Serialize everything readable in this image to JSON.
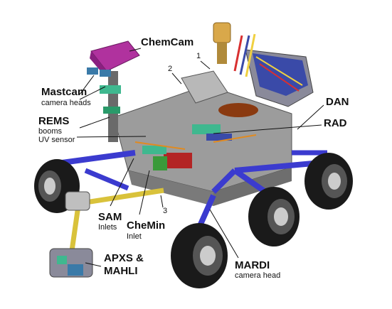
{
  "labels": {
    "chemcam": "ChemCam",
    "mastcam": "Mastcam",
    "mastcam_sub": "camera heads",
    "rems": "REMS",
    "rems_sub1": "booms",
    "rems_sub2": "UV sensor",
    "dan": "DAN",
    "rad": "RAD",
    "sam": "SAM",
    "sam_sub": "Inlets",
    "chemin": "CheMin",
    "chemin_sub": "Inlet",
    "apxs1": "APXS &",
    "apxs2": "MAHLI",
    "mardi": "MARDI",
    "mardi_sub": "camera head"
  },
  "callouts": {
    "n1": "1",
    "n2": "2",
    "n3": "3"
  },
  "colors": {
    "chemcam_housing": "#b0329e",
    "deck": "#a6a6a6",
    "leg": "#3b3bcf",
    "arm": "#d9c23b",
    "tire": "#1a1a1a",
    "rtg": "#3a4aa8",
    "sam_box": "#b32424",
    "camera_green": "#3fb88f"
  }
}
